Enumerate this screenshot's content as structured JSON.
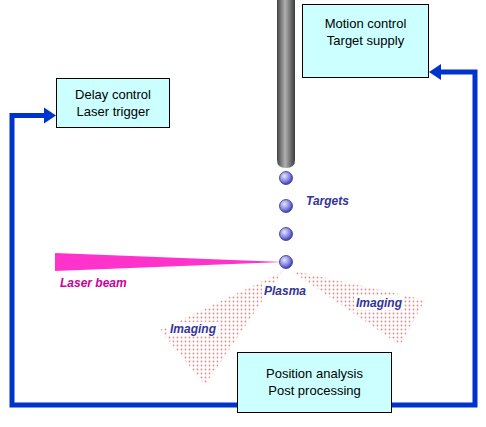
{
  "diagram": {
    "nodes": [
      {
        "text": [
          "Motion control Target supply"
        ]
      },
      {
        "text": [
          "Delay control Laser trigger"
        ]
      },
      {
        "text": [
          "Position analysis Post processing"
        ]
      }
    ],
    "edges": [
      {
        "from": 2,
        "to": 1,
        "arrow": "to"
      },
      {
        "from": 2,
        "to": 0,
        "arrow": "to"
      }
    ],
    "labels": [
      "Targets",
      "Laser beam",
      "Plasma",
      "Imaging",
      "Imaging"
    ]
  }
}
